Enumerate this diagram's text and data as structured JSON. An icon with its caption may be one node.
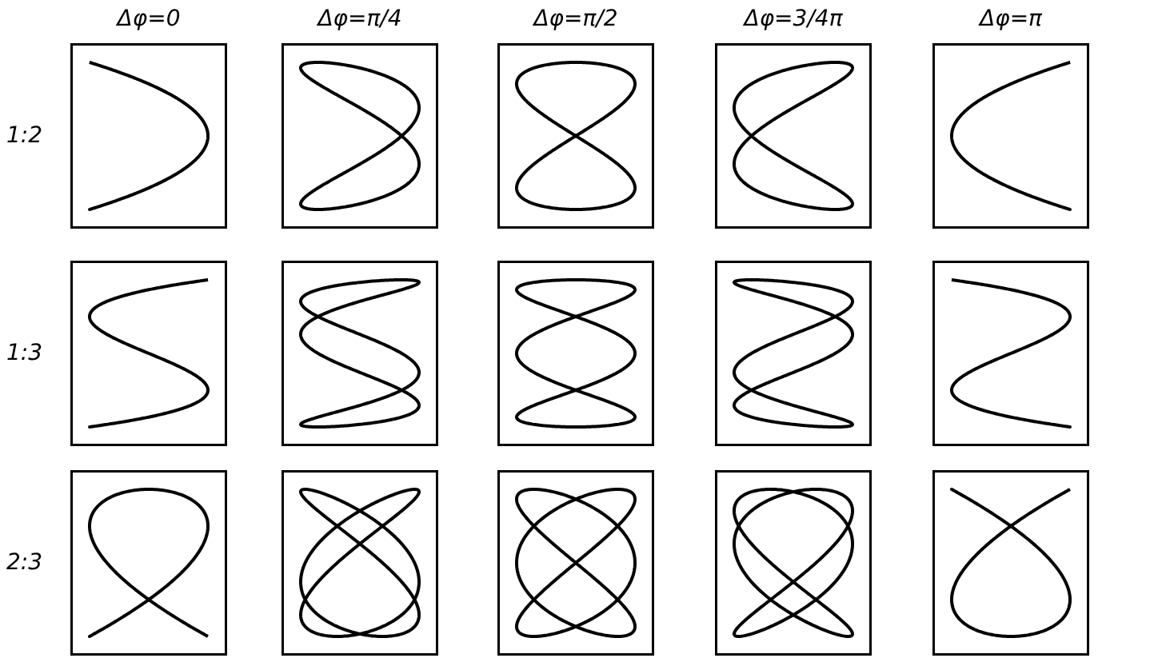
{
  "diagram": {
    "labels": [
      "Δφ=0",
      "Δφ=π/4",
      "Δφ=π/2",
      "Δφ=3/4π",
      "Δφ=π",
      "1:2",
      "1:3",
      "2:3"
    ]
  }
}
